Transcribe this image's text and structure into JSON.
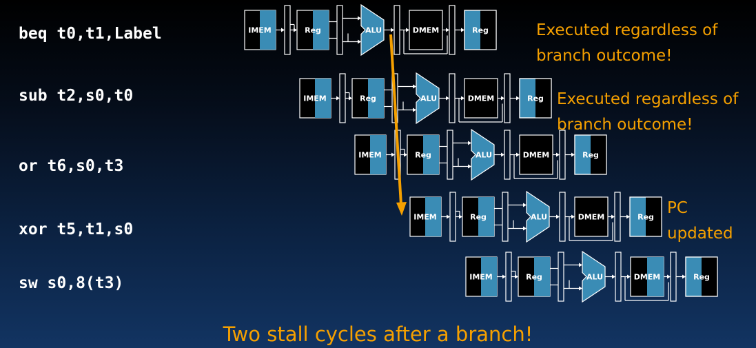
{
  "instructions": [
    "beq t0,t1,Label",
    "sub t2,s0,t0",
    "or t6,s0,t3",
    "xor t5,t1,s0",
    "sw s0,8(t3)"
  ],
  "stages": {
    "imem": "IMEM",
    "reg": "Reg",
    "alu": "ALU",
    "dmem": "DMEM",
    "reg_write": "Reg"
  },
  "notes": {
    "executed_1": [
      "Executed regardless of",
      "branch outcome!"
    ],
    "executed_2": [
      "Executed regardless of",
      "branch outcome!"
    ],
    "pc_updated": [
      "PC",
      "updated"
    ]
  },
  "caption": "Two stall cycles after a branch!",
  "colors": {
    "accent": "#f5a000",
    "stage_fill": "#3a8cb5",
    "text": "#ffffff"
  }
}
